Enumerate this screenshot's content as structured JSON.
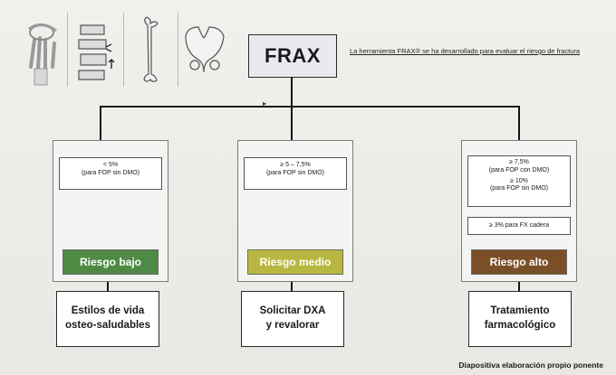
{
  "header": {
    "frax_title": "FRAX",
    "tool_note": "La herramienta FRAX® se ha desarrollado para evaluar el riesgo de fractura",
    "icons": [
      "wrist-bone-icon",
      "spine-fracture-icon",
      "femur-bone-icon",
      "pelvis-icon"
    ]
  },
  "panels": [
    {
      "criteria": [
        {
          "value": "< 5%",
          "note": "(para FOP sin DMO)"
        }
      ],
      "risk": "Riesgo bajo",
      "risk_color": "#4e8a43",
      "action_line1": "Estilos de vida",
      "action_line2": "osteo-saludables"
    },
    {
      "criteria": [
        {
          "value": "≥ 5 – 7,5%",
          "note": "(para FOP sin DMO)"
        }
      ],
      "risk": "Riesgo medio",
      "risk_color": "#b8b840",
      "action_line1": "Solicitar DXA",
      "action_line2": "y revalorar"
    },
    {
      "criteria": [
        {
          "value": "≥ 7,5%",
          "note": "(para FOP con DMO)"
        },
        {
          "value": "≥ 10%",
          "note": "(para FOP sin DMO)"
        }
      ],
      "extra": "≥ 3% para FX cadera",
      "risk": "Riesgo alto",
      "risk_color": "#7a4f27",
      "action_line1": "Tratamiento",
      "action_line2": "farmacológico"
    }
  ],
  "footer": "Diapositiva elaboración propio ponente"
}
